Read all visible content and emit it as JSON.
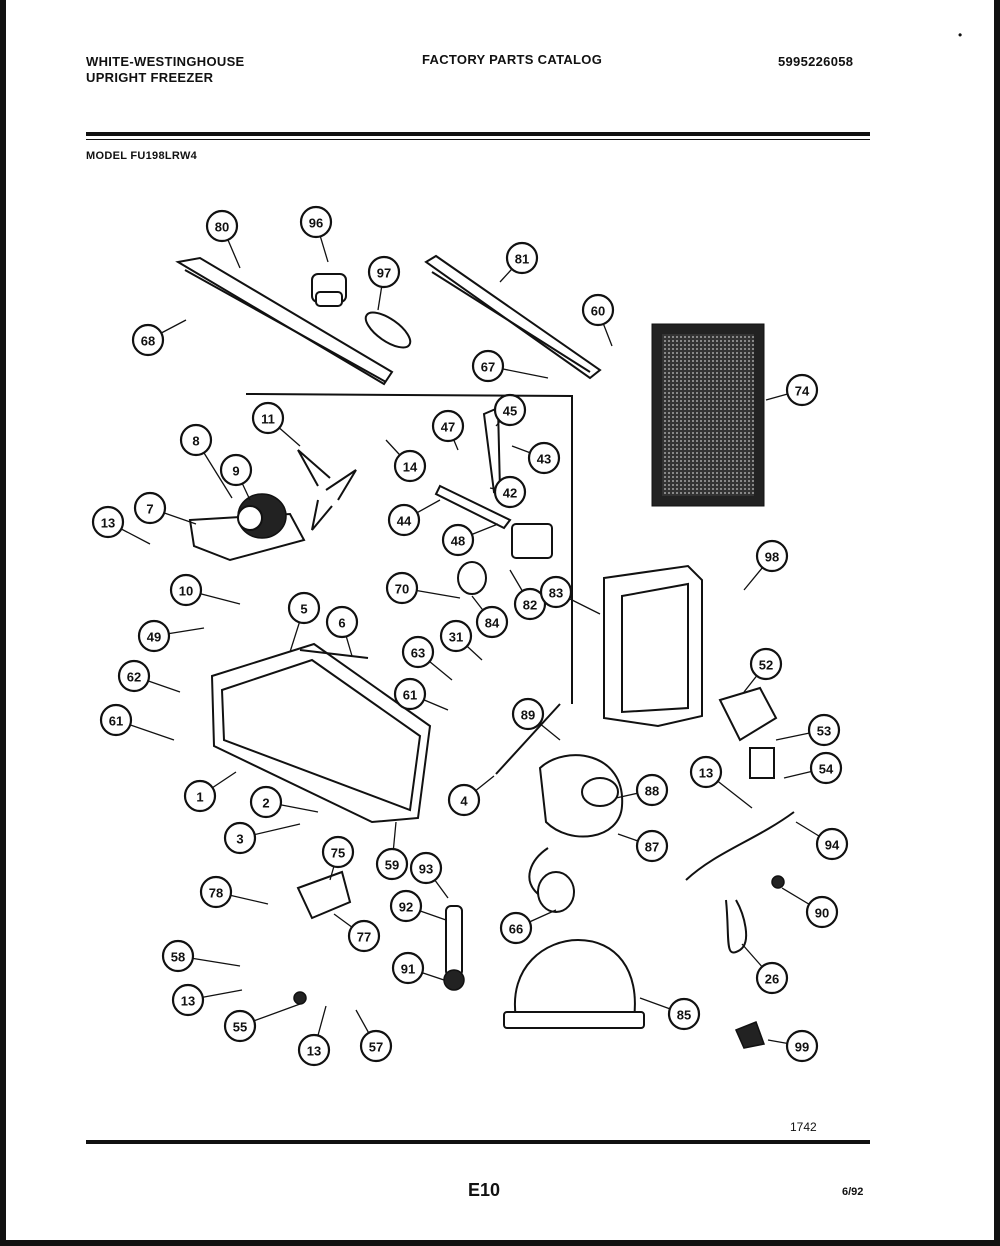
{
  "header": {
    "brand_line1": "WHITE-WESTINGHOUSE",
    "brand_line2": "UPRIGHT FREEZER",
    "title": "FACTORY PARTS CATALOG",
    "catalog_number": "5995226058",
    "model": "MODEL FU198LRW4"
  },
  "footer": {
    "figure_code": "1742",
    "page": "E10",
    "date_code": "6/92"
  },
  "callouts": [
    "80",
    "96",
    "97",
    "81",
    "68",
    "60",
    "67",
    "74",
    "11",
    "8",
    "9",
    "7",
    "13",
    "47",
    "45",
    "14",
    "43",
    "42",
    "44",
    "48",
    "10",
    "70",
    "82",
    "84",
    "83",
    "98",
    "49",
    "5",
    "6",
    "31",
    "52",
    "62",
    "63",
    "61",
    "61",
    "89",
    "53",
    "54",
    "1",
    "2",
    "3",
    "4",
    "13",
    "88",
    "87",
    "94",
    "75",
    "59",
    "93",
    "78",
    "92",
    "77",
    "90",
    "66",
    "58",
    "91",
    "26",
    "13",
    "55",
    "13",
    "57",
    "85",
    "99"
  ]
}
